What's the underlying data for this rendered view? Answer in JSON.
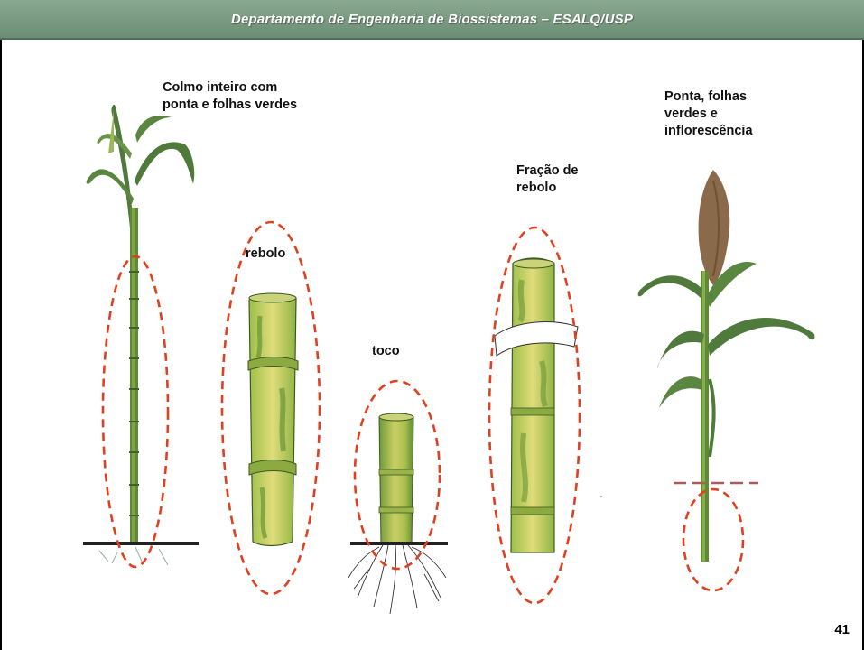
{
  "header": {
    "title": "Departamento de Engenharia de Biossistemas – ESALQ/USP"
  },
  "figure": {
    "items": [
      {
        "key": "colmo",
        "label_lines": [
          "Colmo inteiro com",
          "ponta e folhas verdes"
        ]
      },
      {
        "key": "rebolo",
        "label_lines": [
          "rebolo"
        ]
      },
      {
        "key": "toco",
        "label_lines": [
          "toco"
        ]
      },
      {
        "key": "fracao",
        "label_lines": [
          "Fração de",
          "rebolo"
        ]
      },
      {
        "key": "ponta",
        "label_lines": [
          "Ponta, folhas",
          "verdes e",
          "inflorescência"
        ]
      }
    ],
    "colors": {
      "dashed_outline": "#e0401e",
      "stalk_green": "#6f9a3a",
      "stalk_yellow": "#d8d46a",
      "leaf_green": "#4f7a3c",
      "inflorescence": "#8a6a4a",
      "soil": "#222222"
    }
  },
  "footer": {
    "page_number": "41"
  }
}
